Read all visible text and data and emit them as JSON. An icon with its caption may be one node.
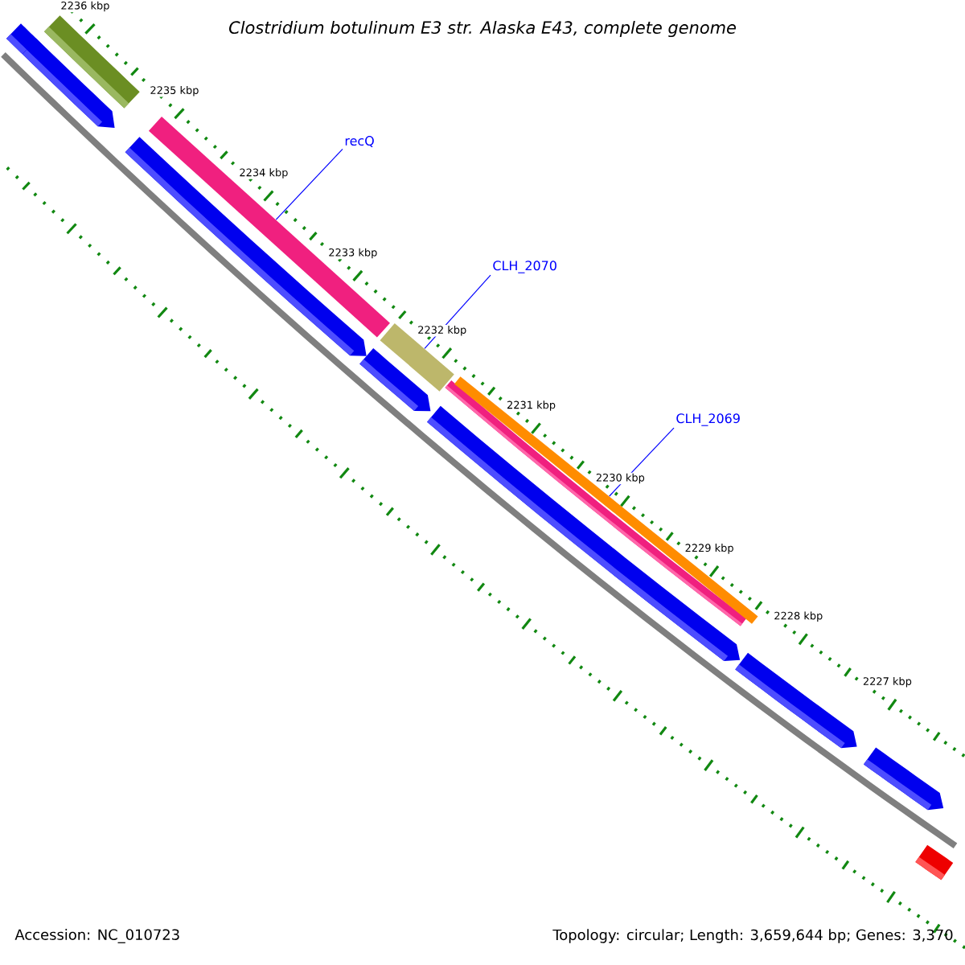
{
  "diagram": {
    "title": "*Clostridium botulinum* E3 str. Alaska E43, complete genome",
    "nodes": [
      {
        "text": [
          "recQ"
        ]
      },
      {
        "text": [],
        "shape": "bar"
      },
      {
        "text": [
          "CLH_2070"
        ]
      },
      {
        "text": [],
        "shape": "bar"
      },
      {
        "text": [
          "CLH_2069"
        ]
      },
      {
        "text": [],
        "shape": "bar"
      }
    ],
    "edges": [
      {
        "from": 0,
        "to": 1,
        "arrow": "none"
      },
      {
        "from": 2,
        "to": 3,
        "arrow": "none"
      },
      {
        "from": 4,
        "to": 5,
        "arrow": "none"
      }
    ],
    "labels": [
      "2236 kbp",
      "2235 kbp",
      "2234 kbp",
      "2233 kbp",
      "2232 kbp",
      "2231 kbp",
      "2230 kbp",
      "2229 kbp",
      "2228 kbp",
      "2227 kbp",
      "Accession: NC_010723",
      "Topology: circular; Length: 3,659,644 bp; Genes: 3,370"
    ]
  }
}
